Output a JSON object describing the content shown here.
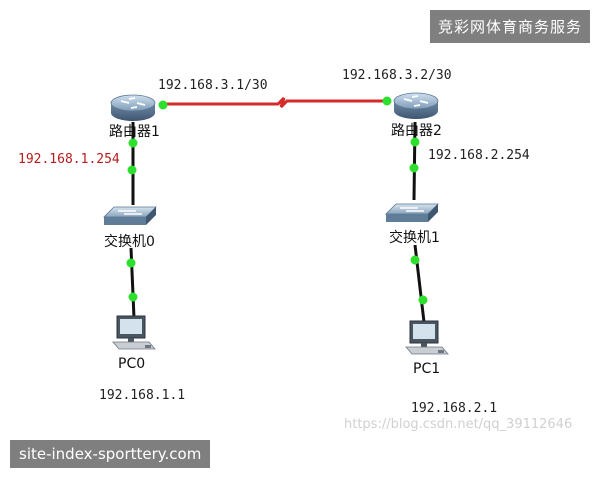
{
  "banner_top": "竞彩网体育商务服务",
  "banner_bottom": "site-index-sporttery.com",
  "watermark": "https://blog.csdn.net/qq_39112646",
  "colors": {
    "serial_link": "#d42a2a",
    "ethernet_link": "#111111",
    "port_dot": "#2ee02e",
    "banner_bg": "#7f7f7f",
    "red_label": "#b81c1c"
  },
  "devices": {
    "router1": {
      "label": "路由器1",
      "icon": "router-icon"
    },
    "router2": {
      "label": "路由器2",
      "icon": "router-icon"
    },
    "switch0": {
      "label": "交换机0",
      "icon": "switch-icon"
    },
    "switch1": {
      "label": "交换机1",
      "icon": "switch-icon"
    },
    "pc0": {
      "label": "PC0",
      "icon": "pc-icon"
    },
    "pc1": {
      "label": "PC1",
      "icon": "pc-icon"
    }
  },
  "addresses": {
    "r1_serial": "192.168.3.1/30",
    "r2_serial": "192.168.3.2/30",
    "r1_lan": "192.168.1.254",
    "r2_lan": "192.168.2.254",
    "pc0": "192.168.1.1",
    "pc1": "192.168.2.1"
  }
}
